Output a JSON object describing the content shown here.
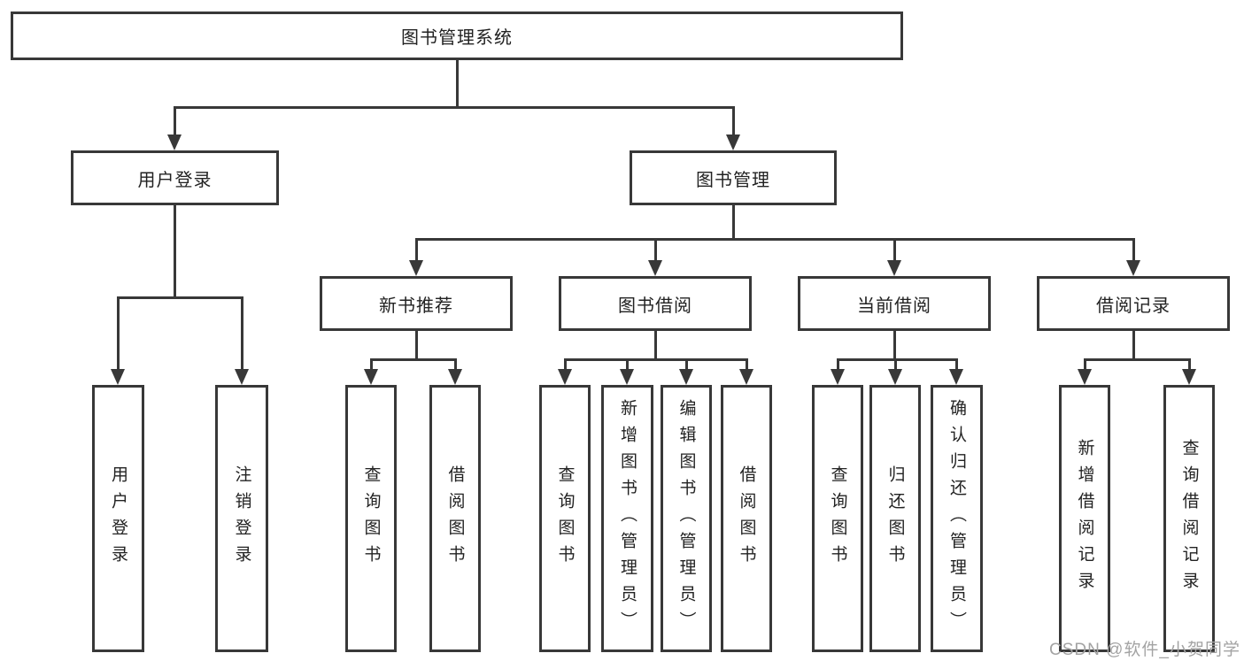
{
  "diagram_type": "hierarchy-tree",
  "colors": {
    "line": "#383838",
    "text": "#222222",
    "background": "#ffffff",
    "watermark": "#a3a3a3"
  },
  "tree": {
    "label": "图书管理系统",
    "children": [
      {
        "label": "用户登录",
        "children": [
          {
            "label": "用户登录"
          },
          {
            "label": "注销登录"
          }
        ]
      },
      {
        "label": "图书管理",
        "children": [
          {
            "label": "新书推荐",
            "children": [
              {
                "label": "查询图书"
              },
              {
                "label": "借阅图书"
              }
            ]
          },
          {
            "label": "图书借阅",
            "children": [
              {
                "label": "查询图书"
              },
              {
                "label": "新增图书（管理员）"
              },
              {
                "label": "编辑图书（管理员）"
              },
              {
                "label": "借阅图书"
              }
            ]
          },
          {
            "label": "当前借阅",
            "children": [
              {
                "label": "查询图书"
              },
              {
                "label": "归还图书"
              },
              {
                "label": "确认归还（管理员）"
              }
            ]
          },
          {
            "label": "借阅记录",
            "children": [
              {
                "label": "新增借阅记录"
              },
              {
                "label": "查询借阅记录"
              }
            ]
          }
        ]
      }
    ]
  },
  "watermark": {
    "text": "CSDN @软件_小贺同学"
  }
}
